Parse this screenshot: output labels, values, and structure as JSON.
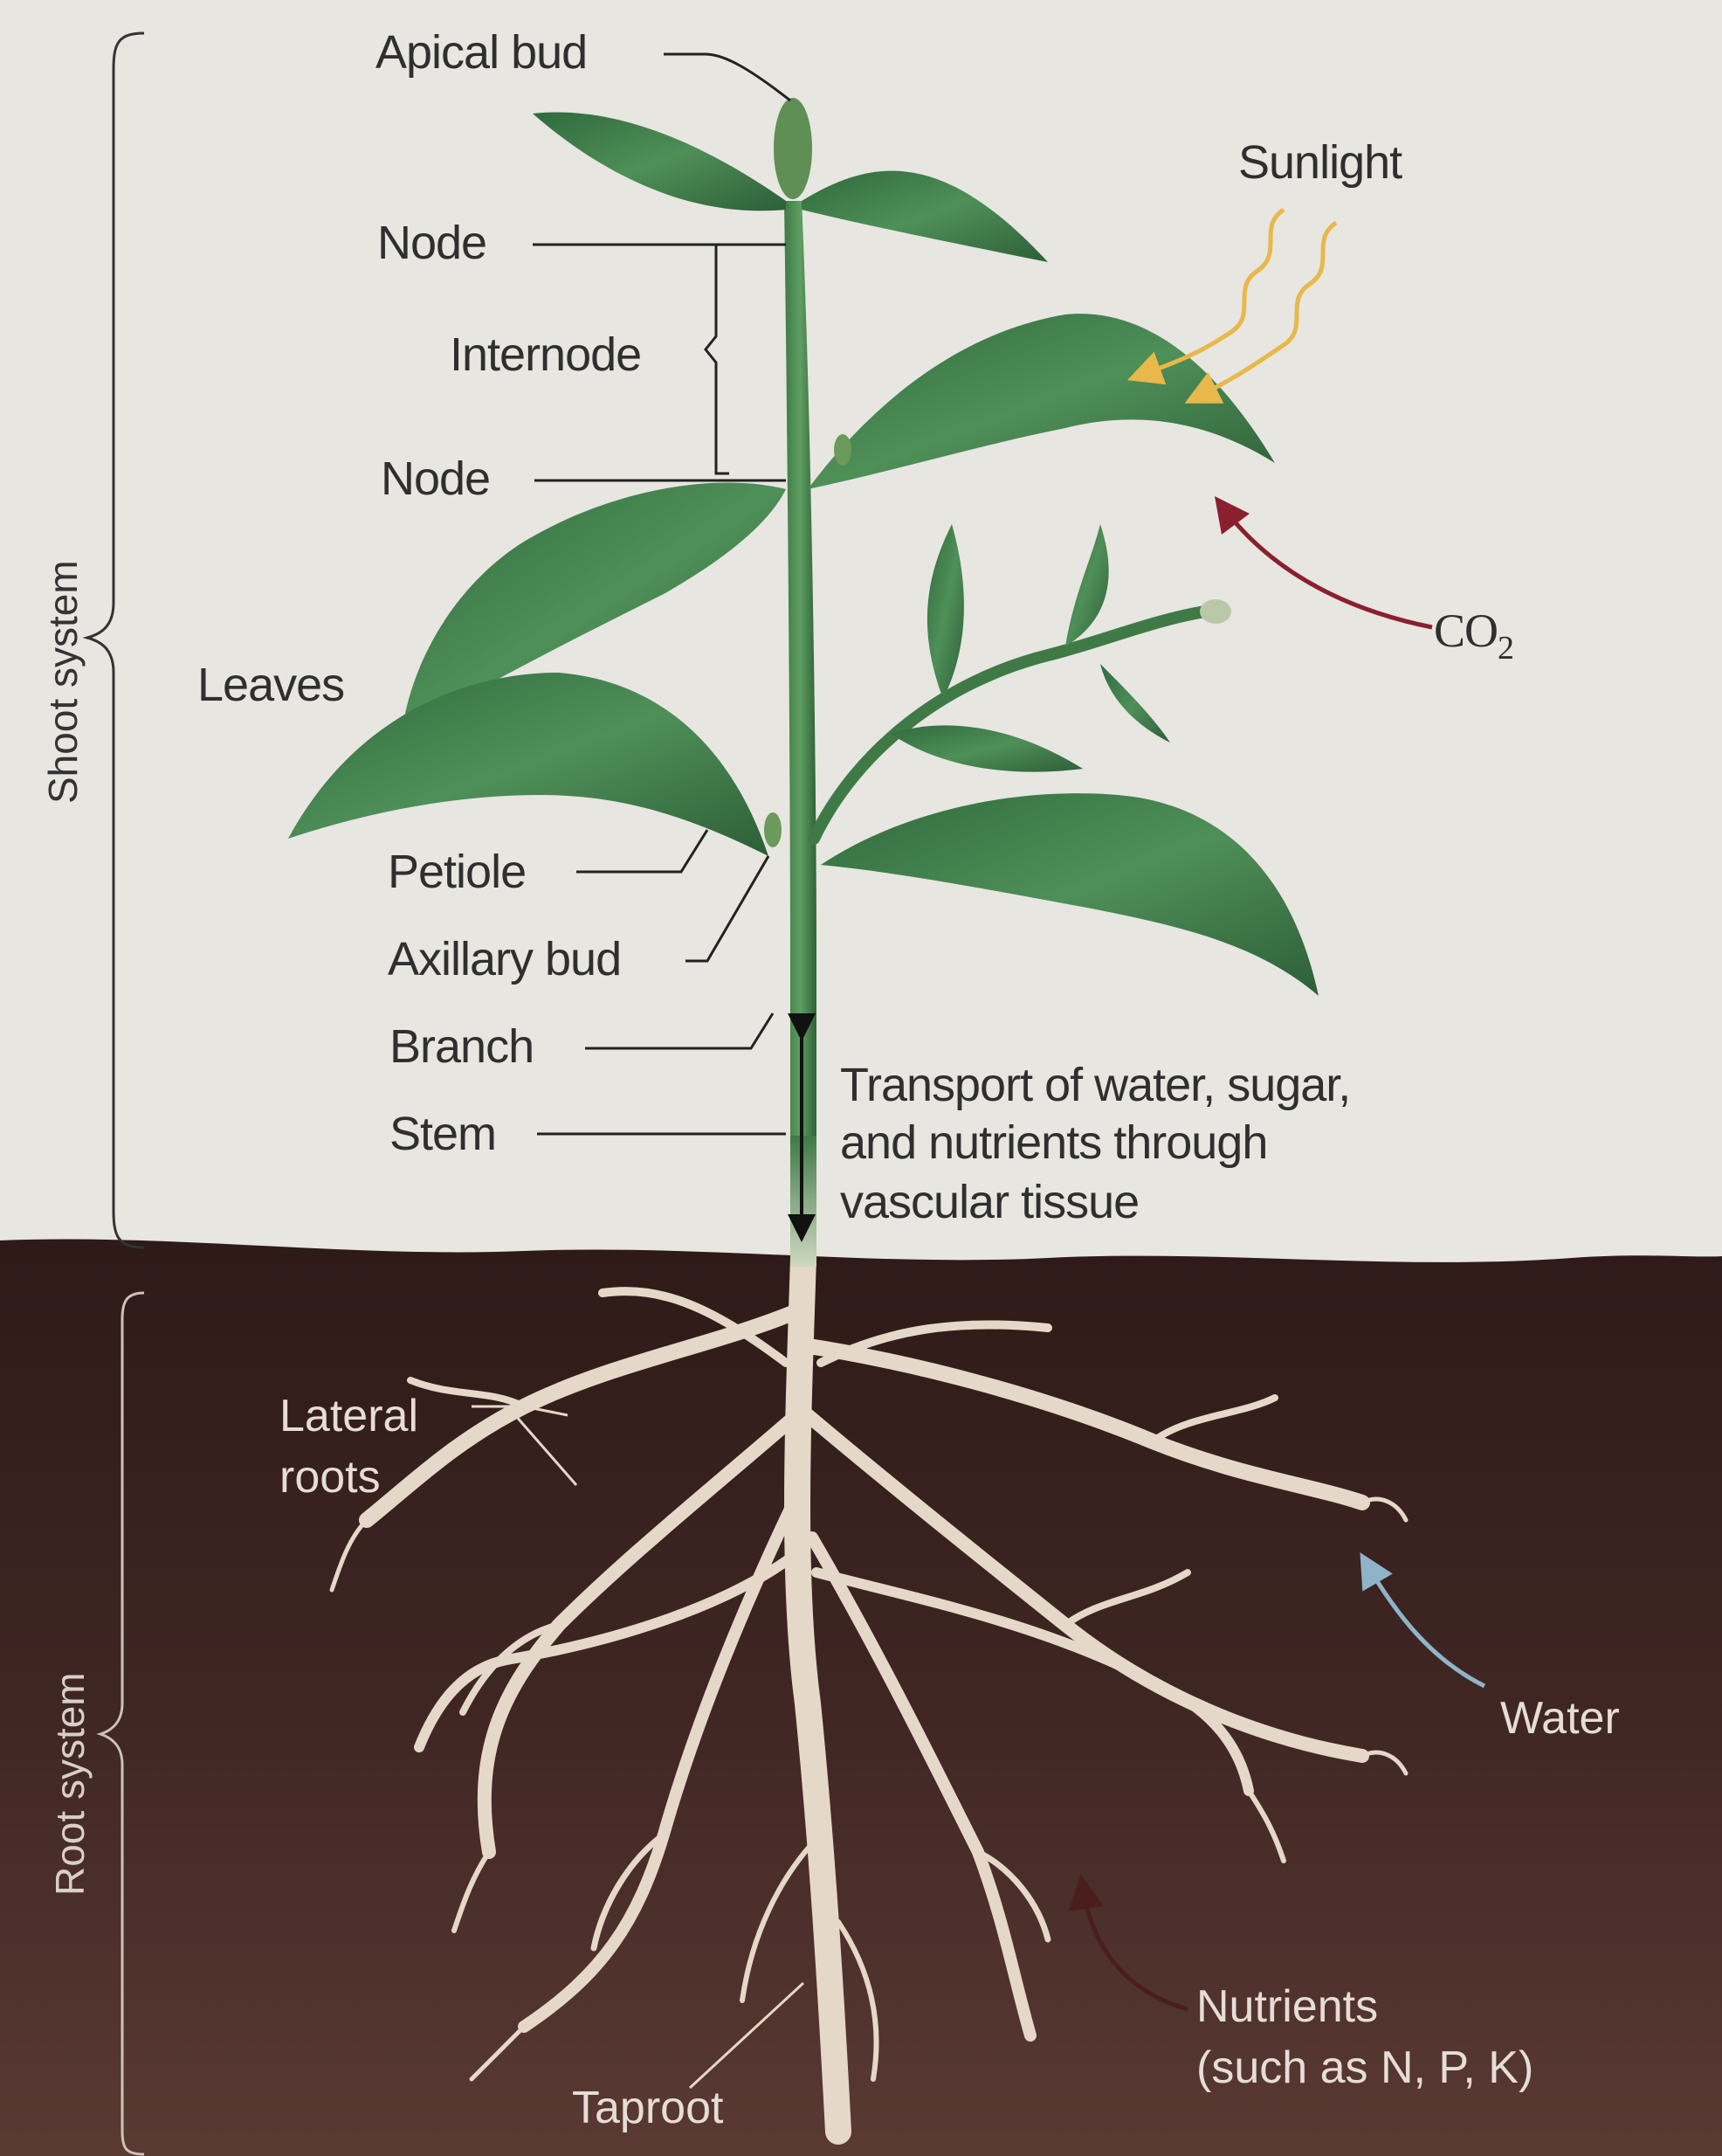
{
  "labels": {
    "apical_bud": "Apical bud",
    "node_top": "Node",
    "internode": "Internode",
    "node_bottom": "Node",
    "leaves": "Leaves",
    "petiole": "Petiole",
    "axillary_bud": "Axillary bud",
    "branch": "Branch",
    "stem": "Stem",
    "sunlight": "Sunlight",
    "co2_base": "CO",
    "co2_sub": "2",
    "transport": [
      "Transport of water, sugar,",
      "and nutrients through",
      "vascular tissue"
    ],
    "lateral_roots": [
      "Lateral",
      "roots"
    ],
    "water": "Water",
    "nutrients": [
      "Nutrients",
      "(such as N, P, K)"
    ],
    "taproot": "Taproot"
  },
  "systems": {
    "shoot": "Shoot system",
    "root": "Root system"
  },
  "colors": {
    "background": "#e7e6e1",
    "soil": "#3a2320",
    "leaf": "#3f7a4a",
    "root": "#e6d8c8",
    "sunlight_arrow": "#e8b84a",
    "co2_arrow": "#8a1f2e",
    "water_arrow": "#8fb4c8",
    "nutrient_arrow": "#4a1e1c"
  }
}
